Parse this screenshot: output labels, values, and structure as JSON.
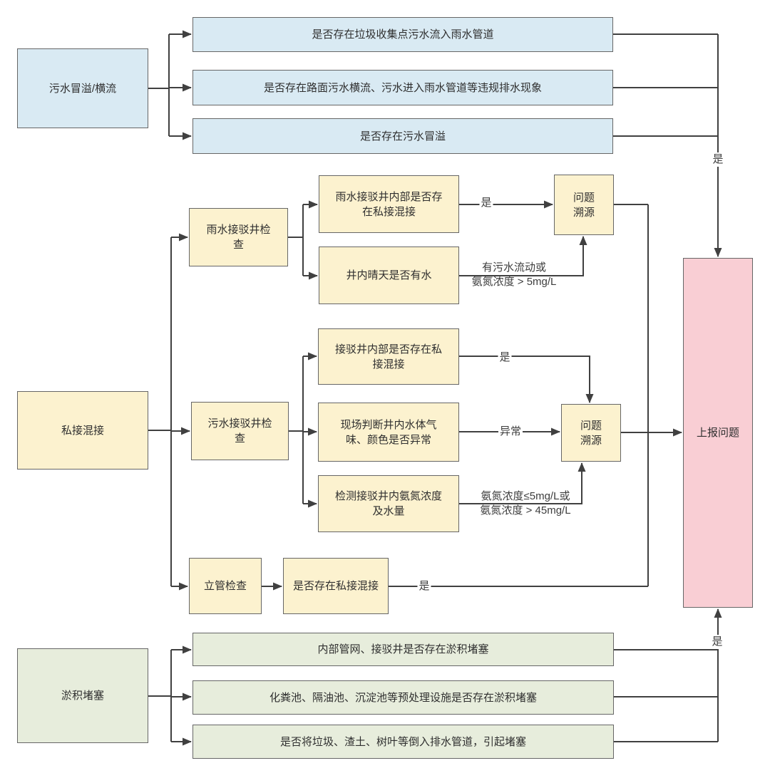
{
  "nodes": {
    "overflow_root": "污水冒溢/横流",
    "overflow_check_1": "是否存在垃圾收集点污水流入雨水管道",
    "overflow_check_2": "是否存在路面污水横流、污水进入雨水管道等违规排水现象",
    "overflow_check_3": "是否存在污水冒溢",
    "mixed_root": "私接混接",
    "rain_well_inspect": "雨水接驳井检查",
    "rain_well_private": "雨水接驳井内部是否存在私接混接",
    "rain_well_dry_water": "井内晴天是否有水",
    "trace_1": "问题溯源",
    "sewage_well_inspect": "污水接驳井检查",
    "sewage_private": "接驳井内部是否存在私接混接",
    "sewage_abnormal": "现场判断井内水体气味、颜色是否异常",
    "sewage_ammonia": "检测接驳井内氨氮浓度及水量",
    "trace_2": "问题溯源",
    "riser_inspect": "立管检查",
    "riser_private": "是否存在私接混接",
    "silt_root": "淤积堵塞",
    "silt_check_1": "内部管网、接驳井是否存在淤积堵塞",
    "silt_check_2": "化粪池、隔油池、沉淀池等预处理设施是否存在淤积堵塞",
    "silt_check_3": "是否将垃圾、渣土、树叶等倒入排水管道，引起堵塞",
    "report": "上报问题"
  },
  "edge_labels": {
    "yes_top": "是",
    "yes_rain_private": "是",
    "rain_dry_condition": [
      "有污水流动或",
      "氨氮浓度 > 5mg/L"
    ],
    "yes_sewage_private": "是",
    "abnormal": "异常",
    "ammonia_condition": [
      "氨氮浓度≤5mg/L或",
      "氨氮浓度 > 45mg/L"
    ],
    "yes_riser": "是",
    "yes_bottom": "是"
  },
  "colors": {
    "blue_fill": "#d9eaf3",
    "yellow_fill": "#fcf2cf",
    "green_fill": "#e7eddc",
    "pink_fill": "#f9ced4",
    "box_border": "#666666",
    "arrow": "#404040"
  }
}
